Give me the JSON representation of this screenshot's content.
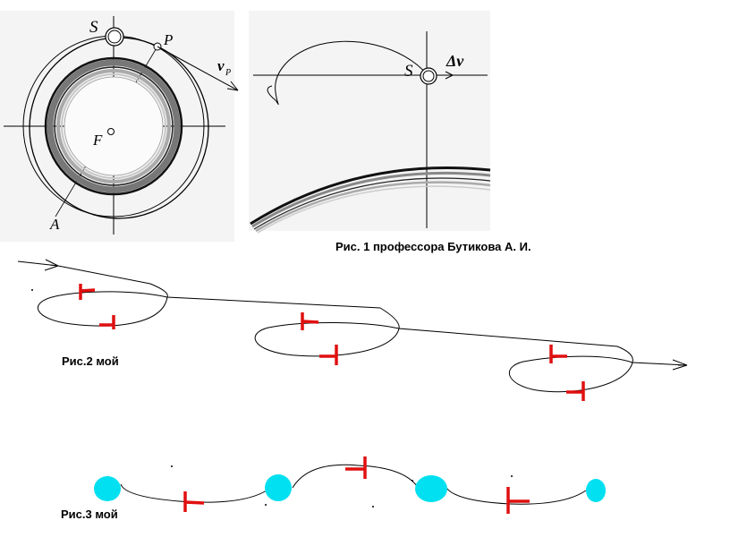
{
  "figure1": {
    "caption": "Рис. 1  профессора Бутикова А. И.",
    "left_panel": {
      "label_S": "S",
      "label_P": "P",
      "label_vp": "v",
      "label_vp_sub": "P",
      "label_F": "F",
      "label_A": "A"
    },
    "right_panel": {
      "label_S": "S",
      "label_dv": "Δv"
    }
  },
  "figure2": {
    "caption": "Рис.2   мой"
  },
  "figure3": {
    "caption": "Рис.3    мой"
  },
  "colors": {
    "line": "#000000",
    "marker": "#e01010",
    "planet": "#00e0f0",
    "panel_bg": "#f4f4f4"
  }
}
